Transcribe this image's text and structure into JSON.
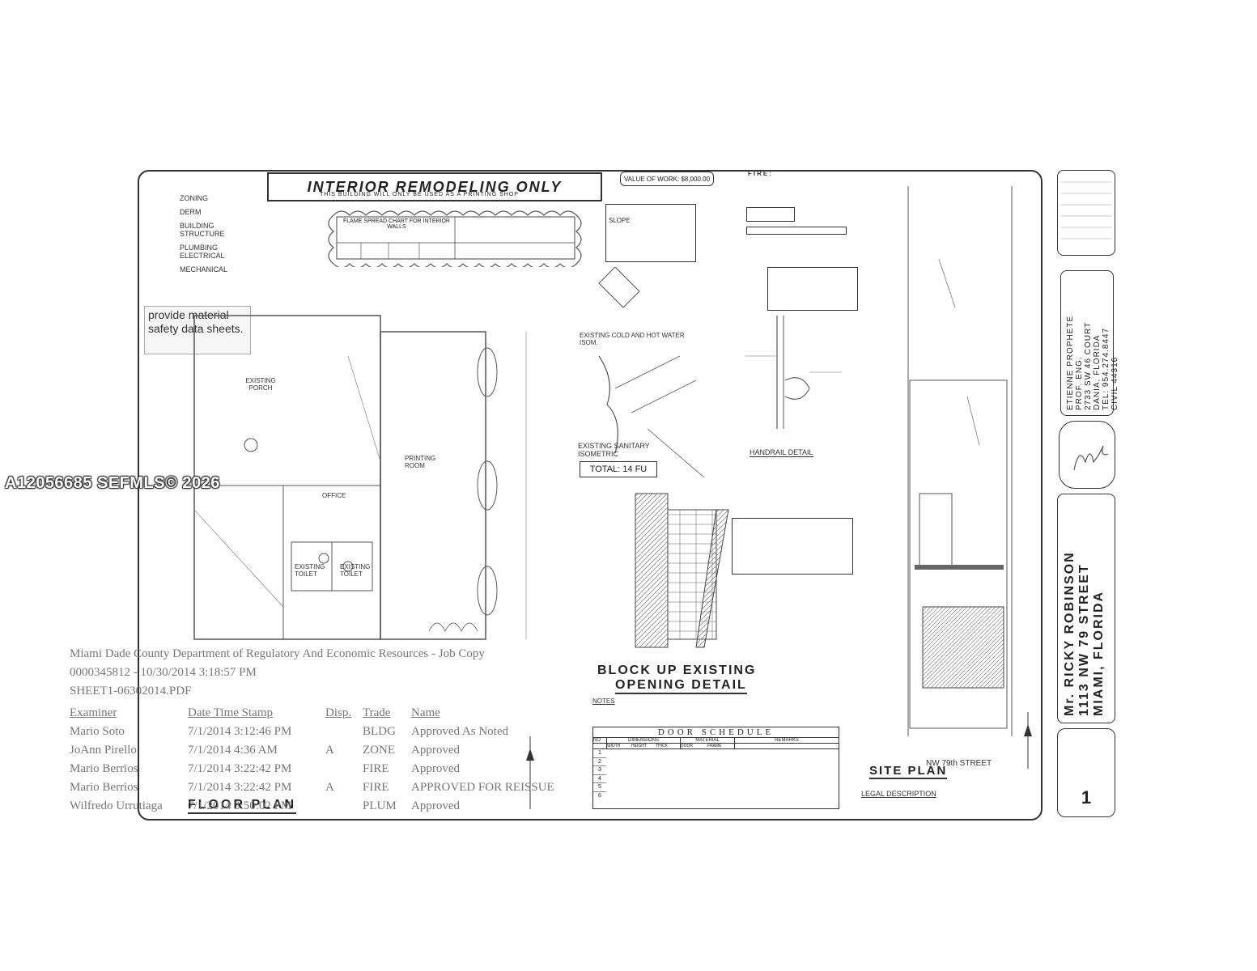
{
  "banner": {
    "title": "INTERIOR REMODELING ONLY",
    "subtitle": "THIS BUILDING WILL ONLY BE USED AS A PRINTING SHOP"
  },
  "code_list": [
    "ZONING",
    "DERM",
    "BUILDING",
    "STRUCTURE",
    "PLUMBING",
    "ELECTRICAL",
    "MECHANICAL"
  ],
  "flame_chart": {
    "title": "FLAME SPREAD CHART FOR INTERIOR WALLS"
  },
  "value_of_work": "VALUE OF WORK: $8,000.00",
  "fire_heading": "FIRE:",
  "slope_label": "SLOPE",
  "note_box": "provide material safety data sheets.",
  "watermark": "A12056685  SEFMLS© 2026",
  "plan_labels": {
    "existing_porch": "EXISTING PORCH",
    "office": "OFFICE",
    "printing_room": "PRINTING ROOM",
    "existing_toilet_1": "EXISTING TOILET",
    "existing_toilet_2": "EXISTING TOILET",
    "floor_plan": "FLOOR PLAN"
  },
  "isometric": {
    "water_label": "EXISTING COLD AND HOT WATER ISOM.",
    "sanitary_label": "EXISTING SANITARY ISOMETRIC",
    "total": "TOTAL: 14 FU"
  },
  "handrail_detail": "HANDRAIL DETAIL",
  "block_up": {
    "line1": "BLOCK UP EXISTING",
    "line2": "OPENING DETAIL",
    "notes": "NOTES"
  },
  "door_schedule": {
    "caption": "DOOR SCHEDULE",
    "headers": [
      "NO",
      "DIMENSIONS",
      "MATERIAL",
      "REMARKS"
    ],
    "subheaders": [
      "WIDTH",
      "HEIGHT",
      "THICK",
      "DOOR",
      "FRAME"
    ],
    "rows": [
      "1",
      "2",
      "3",
      "4",
      "5",
      "6"
    ]
  },
  "site_plan": {
    "title": "SITE PLAN",
    "street": "NW 79th STREET",
    "legal": "LEGAL DESCRIPTION"
  },
  "stamp": {
    "line1": "Miami Dade County Department of Regulatory And Economic Resources - Job Copy",
    "line2": "0000345812 - 10/30/2014 3:18:57 PM",
    "line3": "SHEET1-06302014.PDF",
    "headers": [
      "Examiner",
      "Date Time Stamp",
      "Disp.",
      "Trade",
      "Name"
    ],
    "rows": [
      [
        "Mario Soto",
        "7/1/2014 3:12:46 PM",
        "",
        "BLDG",
        "Approved As Noted"
      ],
      [
        "JoAnn Pirello",
        "7/1/2014 4:36 AM",
        "A",
        "ZONE",
        "Approved"
      ],
      [
        "Mario Berrios",
        "7/1/2014 3:22:42 PM",
        "",
        "FIRE",
        "Approved"
      ],
      [
        "Mario Berrios",
        "7/1/2014 3:22:42 PM",
        "A",
        "FIRE",
        "APPROVED FOR REISSUE"
      ],
      [
        "Wilfredo Urrutiaga",
        "7/1/2014 3:50:02 PM",
        "",
        "PLUM",
        "Approved"
      ]
    ]
  },
  "engineer": {
    "name": "ETIENNE PROPHETE",
    "title": "PROF. ENG.",
    "address": "2733 SW 46 COURT",
    "city": "DANIA, FLORIDA",
    "tel": "TEL: 954.274.8447",
    "civil": "CIVIL  44316"
  },
  "owner": {
    "name": "Mr. RICKY ROBINSON",
    "street": "1113 NW 79 STREET",
    "city": "MIAMI, FLORIDA"
  },
  "sheet_number": "1"
}
